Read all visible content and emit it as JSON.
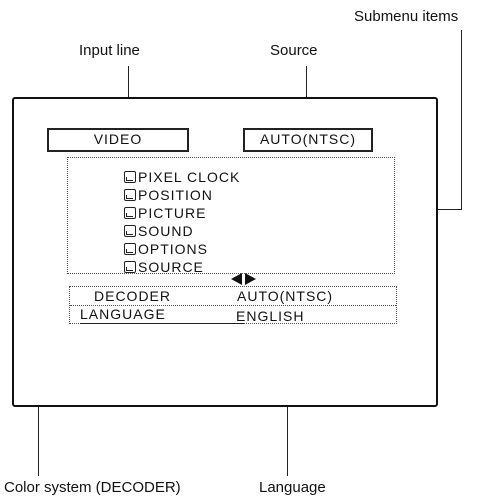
{
  "callouts": {
    "input_line": "Input line",
    "source": "Source",
    "submenu_items": "Submenu items",
    "color_system": "Color system (DECODER)",
    "language": "Language"
  },
  "screen": {
    "input_value": "VIDEO",
    "source_value": "AUTO(NTSC)",
    "menu_items": [
      {
        "label": "PIXEL CLOCK",
        "icon": "enter-icon"
      },
      {
        "label": "POSITION",
        "icon": "enter-icon"
      },
      {
        "label": "PICTURE",
        "icon": "enter-icon"
      },
      {
        "label": "SOUND",
        "icon": "enter-icon"
      },
      {
        "label": "OPTIONS",
        "icon": "enter-icon"
      },
      {
        "label": "SOURCE",
        "icon": "enter-icon"
      }
    ],
    "nav_icon": "left-right-arrows-icon",
    "settings": [
      {
        "label": "DECODER",
        "value": "AUTO(NTSC)"
      },
      {
        "label": "LANGUAGE",
        "value": "ENGLISH"
      }
    ]
  }
}
